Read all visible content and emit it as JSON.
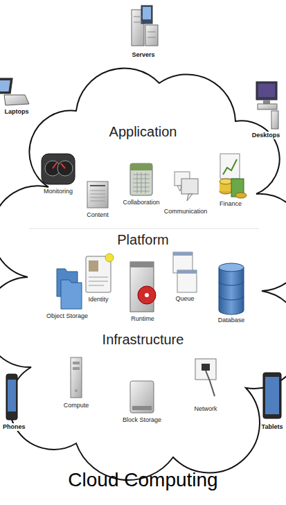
{
  "diagram": {
    "caption": "Cloud Computing",
    "nodes": [
      {
        "text": [
          "Application"
        ]
      },
      {
        "text": [
          "Platform"
        ]
      },
      {
        "text": [
          "Infrastructure"
        ]
      }
    ],
    "labels": [
      "Servers",
      "Laptops",
      "Desktops",
      "Monitoring",
      "Content",
      "Collaboration",
      "Communication",
      "Finance",
      "Object Storage",
      "Identity",
      "Runtime",
      "Queue",
      "Database",
      "Compute",
      "Block Storage",
      "Network",
      "Phones",
      "Tablets"
    ]
  }
}
